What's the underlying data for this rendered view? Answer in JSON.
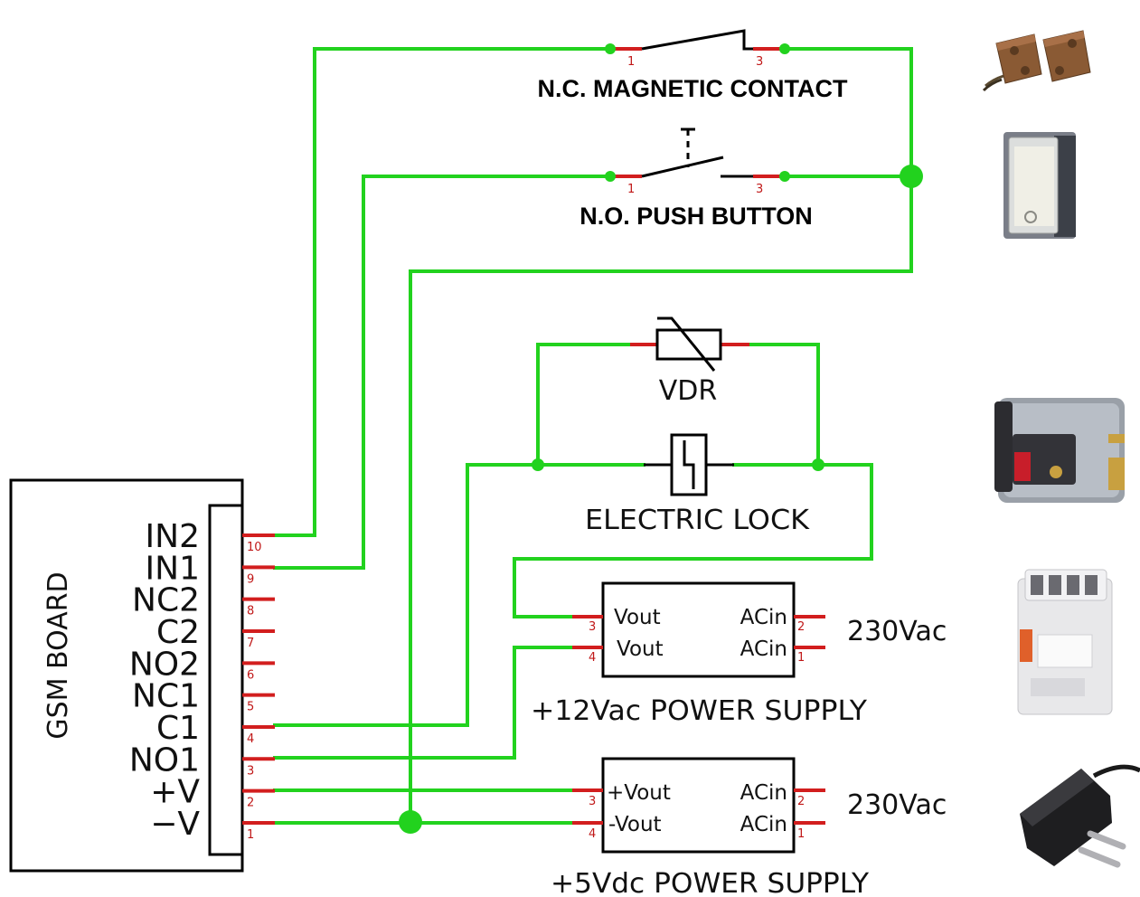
{
  "gsm_board": {
    "title": "GSM BOARD",
    "terminals": [
      "IN2",
      "IN1",
      "NC2",
      "C2",
      "NO2",
      "NC1",
      "C1",
      "NO1",
      "+V",
      "−V"
    ],
    "pins": [
      "10",
      "9",
      "8",
      "7",
      "6",
      "5",
      "4",
      "3",
      "2",
      "1"
    ]
  },
  "magnetic_contact": {
    "label": "N.C. MAGNETIC CONTACT",
    "pin_left": "1",
    "pin_right": "3"
  },
  "push_button": {
    "label": "N.O. PUSH BUTTON",
    "pin_left": "1",
    "pin_right": "3"
  },
  "vdr": {
    "label": "VDR"
  },
  "electric_lock": {
    "label": "ELECTRIC LOCK"
  },
  "psu12": {
    "label": "+12Vac POWER SUPPLY",
    "out1": "Vout",
    "out2": "Vout",
    "in1": "ACin",
    "in2": "ACin",
    "pin_out1": "3",
    "pin_out2": "4",
    "pin_in1": "2",
    "pin_in2": "1",
    "mains": "230Vac"
  },
  "psu5": {
    "label": "+5Vdc POWER SUPPLY",
    "out1": "+Vout",
    "out2": "-Vout",
    "in1": "ACin",
    "in2": "ACin",
    "pin_out1": "3",
    "pin_out2": "4",
    "pin_in1": "2",
    "pin_in2": "1",
    "mains": "230Vac"
  },
  "colors": {
    "wire": "#22d21e",
    "lead": "#d21e1e"
  }
}
